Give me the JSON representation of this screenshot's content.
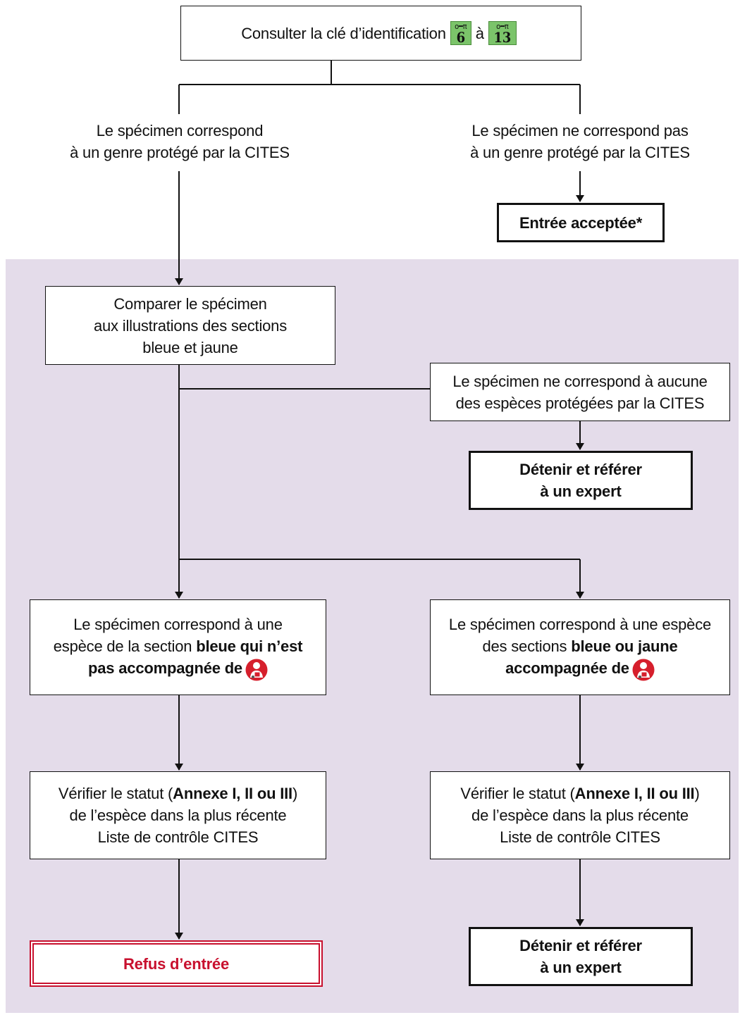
{
  "nodes": {
    "start": {
      "text_before": "Consulter la clé d’identification",
      "key_from": "6",
      "connector": "à",
      "key_to": "13"
    },
    "genus_yes": {
      "line1": "Le spécimen correspond",
      "line2": "à un genre protégé par la CITES"
    },
    "genus_no": {
      "line1": "Le spécimen ne correspond pas",
      "line2": "à un genre protégé par la CITES"
    },
    "accepted": {
      "text": "Entrée acceptée*"
    },
    "compare": {
      "line1": "Comparer le spécimen",
      "line2": "aux illustrations des sections",
      "line3": "bleue et jaune"
    },
    "no_match": {
      "line1": "Le spécimen ne correspond à aucune",
      "line2": "des espèces protégées par la CITES"
    },
    "detain_1": {
      "line1": "Détenir et référer",
      "line2": "à un expert"
    },
    "blue_no_icon": {
      "line1": "Le spécimen correspond à une",
      "line2_plain": "espèce de la section ",
      "line2_bold": "bleue qui n’est",
      "line3_bold": "pas accompagnée de"
    },
    "with_icon": {
      "line1": "Le spécimen correspond à une espèce",
      "line2_plain": "des sections ",
      "line2_bold": "bleue ou jaune",
      "line3_bold": "accompagnée de"
    },
    "check_left": {
      "l1_a": "Vérifier le statut (",
      "l1_b": "Annexe I, II ou III",
      "l1_c": ")",
      "line2": "de l’espèce dans la plus récente",
      "line3": "Liste de contrôle CITES"
    },
    "check_right": {
      "l1_a": "Vérifier le statut (",
      "l1_b": "Annexe I, II ou III",
      "l1_c": ")",
      "line2": "de l’espèce dans la plus récente",
      "line3": "Liste de contrôle CITES"
    },
    "refused": {
      "text": "Refus d’entrée"
    },
    "detain_2": {
      "line1": "Détenir et référer",
      "line2": "à un expert"
    }
  },
  "colors": {
    "panel": "#e4dcea",
    "key_green": "#7bc46a",
    "refuse_red": "#c8102e",
    "line": "#111111"
  },
  "icons": [
    "key-icon",
    "inspector-icon"
  ]
}
